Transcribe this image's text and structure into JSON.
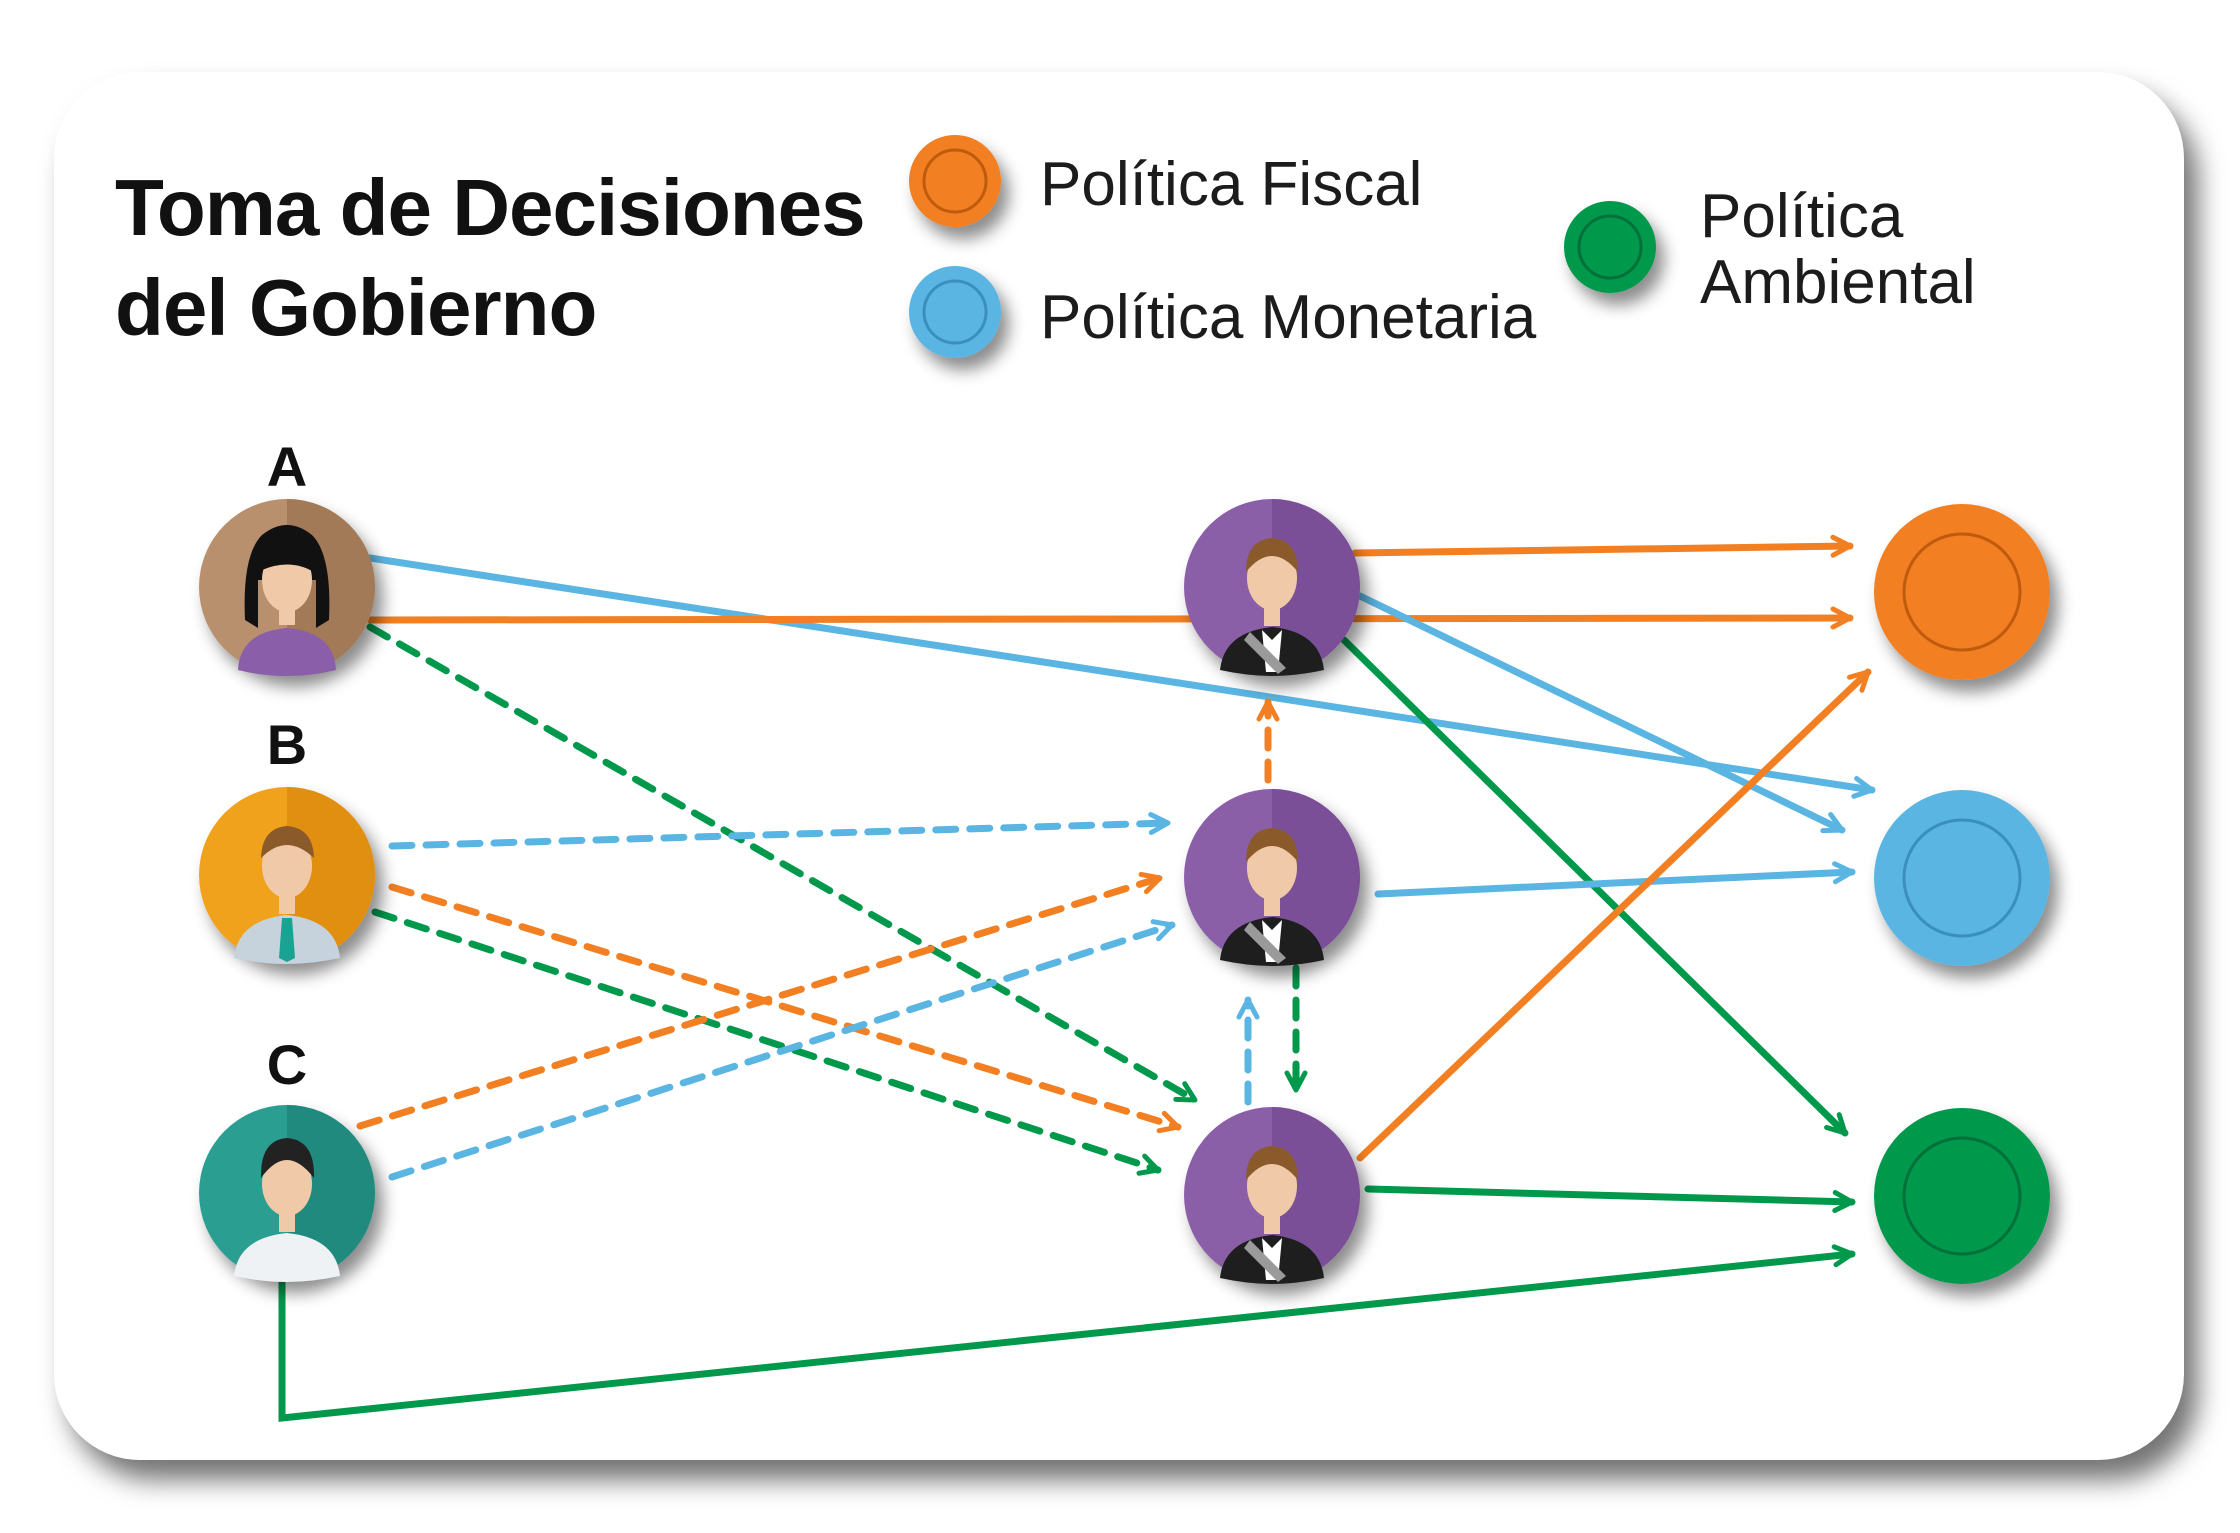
{
  "title": {
    "line1": "Toma de Decisiones",
    "line2": "del Gobierno"
  },
  "legend": [
    {
      "label": "Política Fiscal",
      "color": "#f27f22"
    },
    {
      "label": "Política Monetaria",
      "color": "#5ab5e2"
    },
    {
      "label_line1": "Política",
      "label_line2": "Ambiental",
      "color": "#00994c"
    }
  ],
  "actors": [
    {
      "letter": "A",
      "role": "woman",
      "bg": "#b8906e"
    },
    {
      "letter": "B",
      "role": "man-tie",
      "bg": "#f0a21f"
    },
    {
      "letter": "C",
      "role": "man-shirt",
      "bg": "#2b9e91"
    }
  ],
  "officials": {
    "bg": "#8a5ea8"
  },
  "colors": {
    "fiscal": "#f27f22",
    "monetary": "#5ab5e2",
    "environmental": "#00994c"
  }
}
